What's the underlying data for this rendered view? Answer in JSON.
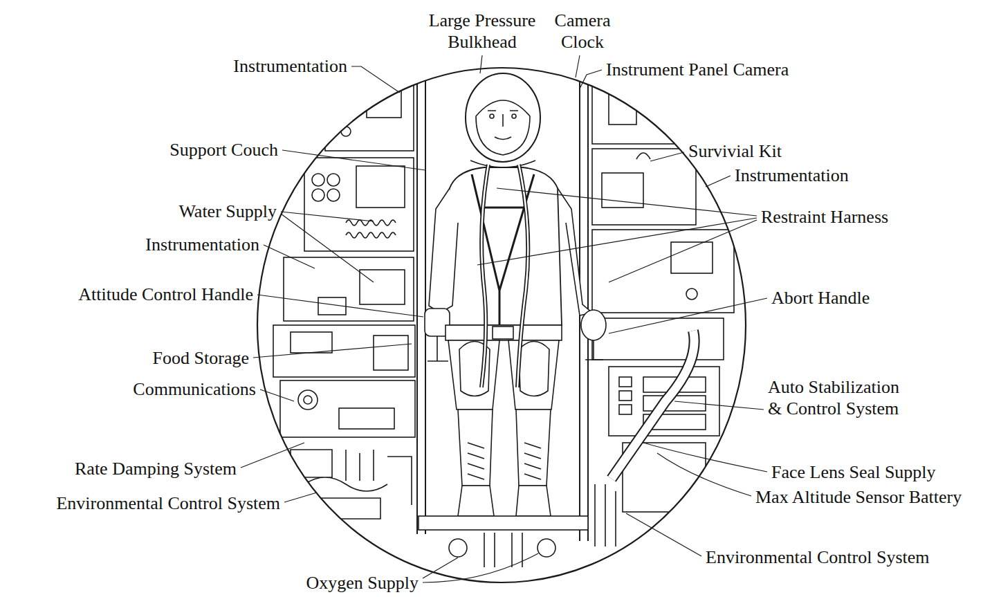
{
  "diagram": {
    "labels": [
      "Large Pressure Bulkhead",
      "Camera Clock",
      "Instrument Panel Camera",
      "Instrumentation",
      "Support Couch",
      "Survivial Kit",
      "Instrumentation",
      "Restraint Harness",
      "Water Supply",
      "Instrumentation",
      "Attitude Control Handle",
      "Abort Handle",
      "Food Storage",
      "Communications",
      "Auto Stabilization & Control System",
      "Face Lens Seal Supply",
      "Rate Damping System",
      "Max Altitude Sensor Battery",
      "Environmental Control System",
      "Environmental Control System",
      "Oxygen Supply"
    ]
  }
}
